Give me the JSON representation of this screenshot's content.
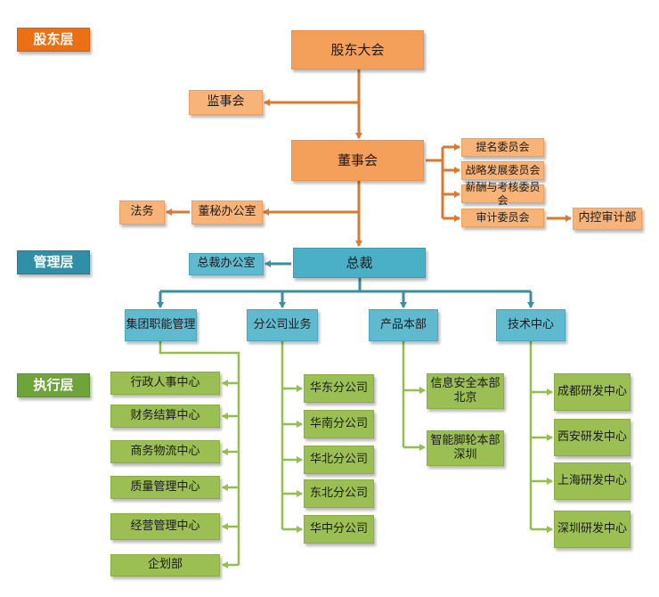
{
  "layers": {
    "shareholder": "股东层",
    "management": "管理层",
    "execution": "执行层"
  },
  "governance": {
    "shareholders_meeting": "股东大会",
    "supervisory_board": "监事会",
    "board": "董事会",
    "committees": {
      "nomination": "提名委员会",
      "strategy": "战略发展委员会",
      "compensation": "薪酬与考核委员会",
      "audit": "审计委员会"
    },
    "internal_audit": "内控审计部",
    "board_office": "董秘办公室",
    "legal": "法务"
  },
  "management": {
    "president": "总裁",
    "president_office": "总裁办公室"
  },
  "divisions": {
    "group_functions": "集团职能管理",
    "branch_business": "分公司业务",
    "product_hq": "产品本部",
    "tech_center": "技术中心"
  },
  "group_functions": [
    "行政人事中心",
    "财务结算中心",
    "商务物流中心",
    "质量管理中心",
    "经营管理中心",
    "企划部"
  ],
  "branches": [
    "华东分公司",
    "华南分公司",
    "华北分公司",
    "东北分公司",
    "华中分公司"
  ],
  "product_units": [
    "信息安全本部\n北京",
    "智能脚轮本部\n深圳"
  ],
  "rd_centers": [
    "成都研发中心",
    "西安研发中心",
    "上海研发中心",
    "深圳研发中心"
  ],
  "colors": {
    "governance": "#f5a05a",
    "management": "#4ab0c6",
    "execution": "#9cbf54",
    "connector_orange": "#d97a32",
    "connector_blue": "#3a8ea3",
    "connector_green": "#93bf4d"
  }
}
